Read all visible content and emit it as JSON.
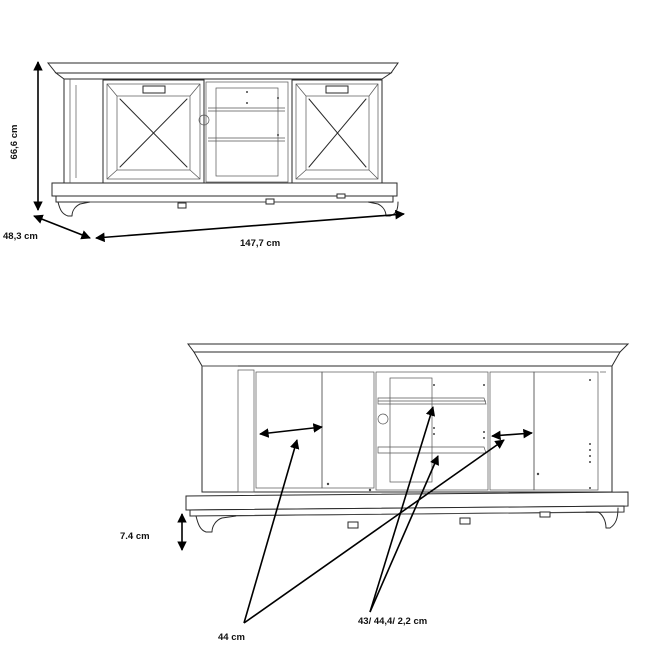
{
  "top_view": {
    "height_label": "66,6 cm",
    "depth_label": "48,3 cm",
    "width_label": "147,7 cm"
  },
  "bottom_view": {
    "plinth_label": "7.4 cm",
    "width_label": "44 cm",
    "shelf_label": "43/ 44,4/ 2,2 cm"
  }
}
